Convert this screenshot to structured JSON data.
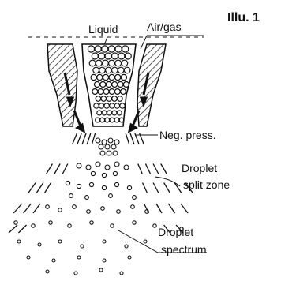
{
  "illustration": {
    "title": "Illu. 1",
    "labels": {
      "liquid": "Liquid",
      "air_gas": "Air/gas",
      "neg_press": "Neg. press.",
      "split_zone_line1": "Droplet",
      "split_zone_line2": "split zone",
      "spectrum_line1": "Droplet",
      "spectrum_line2": "spectrum"
    }
  }
}
